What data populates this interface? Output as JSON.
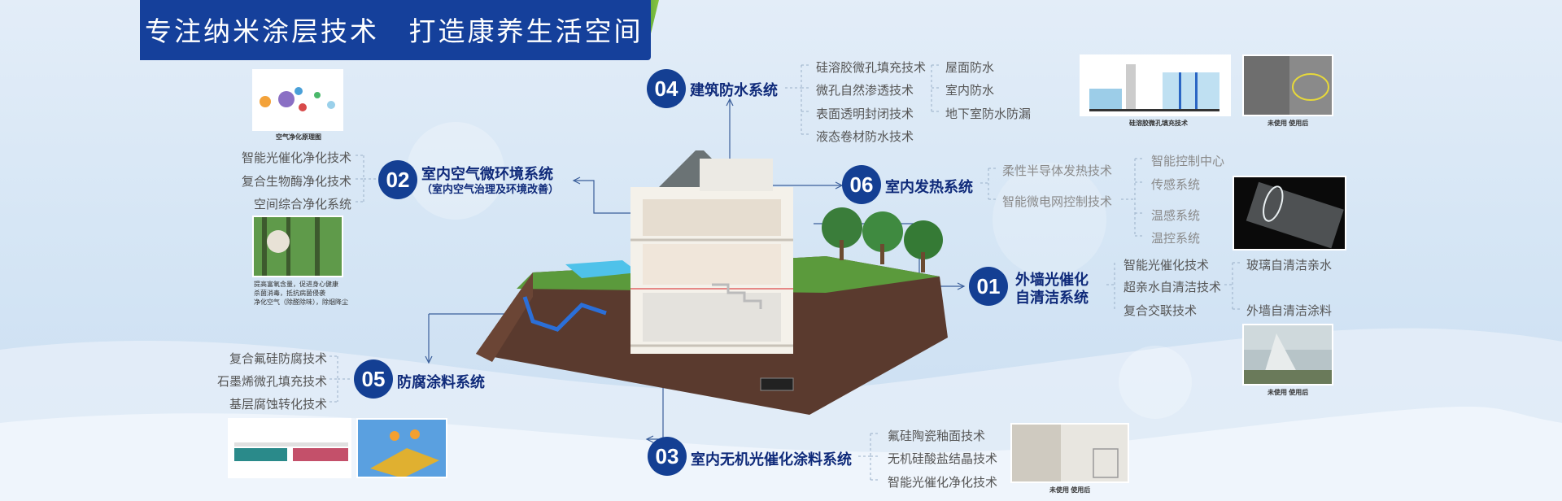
{
  "banner": {
    "title": "专注纳米涂层技术   打造康养生活空间"
  },
  "system04": {
    "num": "04",
    "title": "建筑防水系统",
    "techniques": [
      "硅溶胶微孔填充技术",
      "微孔自然渗透技术",
      "表面透明封闭技术",
      "液态卷材防水技术"
    ],
    "applications": [
      "屋面防水",
      "室内防水",
      "地下室防水防漏"
    ],
    "image_caption": "硅溶胶微孔填充技术",
    "photo_caption": "未使用    使用后"
  },
  "system02": {
    "num": "02",
    "title": "室内空气微环境系统",
    "subtitle": "（室内空气治理及环境改善）",
    "techniques": [
      "智能光催化净化技术",
      "复合生物酶净化技术",
      "空间综合净化系统"
    ],
    "image_caption": "空气净化原理图",
    "benefits": [
      "提高富氧含量，促进身心健康",
      "杀菌消毒，抵抗病菌侵袭",
      "净化空气（除醛除味），除烟降尘"
    ]
  },
  "system06": {
    "num": "06",
    "title": "室内发热系统",
    "techniques": [
      "柔性半导体发热技术",
      "智能微电网控制技术"
    ],
    "components": [
      "智能控制中心",
      "传感系统",
      "温感系统",
      "温控系统"
    ]
  },
  "system01": {
    "num": "01",
    "title_line1": "外墙光催化",
    "title_line2": "自清洁系统",
    "techniques": [
      "智能光催化技术",
      "超亲水自清洁技术",
      "复合交联技术"
    ],
    "applications": [
      "玻璃自清洁亲水",
      "外墙自清洁涂料"
    ],
    "photo_caption": "未使用    使用后"
  },
  "system05": {
    "num": "05",
    "title": "防腐涂料系统",
    "techniques": [
      "复合氟硅防腐技术",
      "石墨烯微孔填充技术",
      "基层腐蚀转化技术"
    ]
  },
  "system03": {
    "num": "03",
    "title": "室内无机光催化涂料系统",
    "techniques": [
      "氟硅陶瓷釉面技术",
      "无机硅酸盐结晶技术",
      "智能光催化净化技术"
    ],
    "photo_caption": "未使用  使用后"
  },
  "colors": {
    "navy": "#143f93",
    "banner_green": "#8cc63f",
    "text_gray": "#555555"
  }
}
